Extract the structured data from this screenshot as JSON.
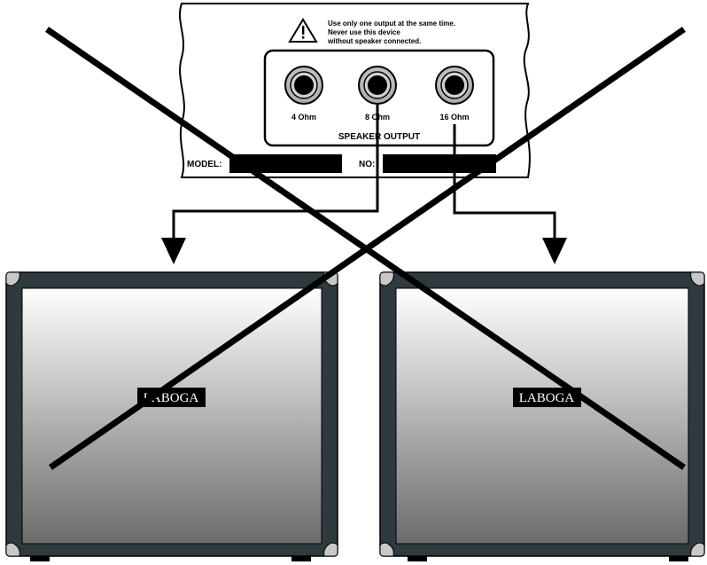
{
  "warning": {
    "lines": [
      "Use only one output at the same time.",
      "Never use this device",
      "without speaker connected."
    ],
    "icon": "warning-triangle-icon"
  },
  "outputs": {
    "jacks": [
      {
        "label": "4 Ohm"
      },
      {
        "label": "8 Ohm"
      },
      {
        "label": "16 Ohm"
      }
    ],
    "section_label": "SPEAKER OUTPUT"
  },
  "panel": {
    "model_label": "MODEL:",
    "no_label": "NO:"
  },
  "cabinets": [
    {
      "logo": "LABOGA"
    },
    {
      "logo": "LABOGA"
    }
  ],
  "colors": {
    "cabinet_frame": "#2f3a3f",
    "grille_top": "#ffffff",
    "grille_bottom": "#6b6b6b",
    "corner": "#c8c8c8",
    "ink": "#000000"
  },
  "meaning": "crossed out (prohibited connection)"
}
